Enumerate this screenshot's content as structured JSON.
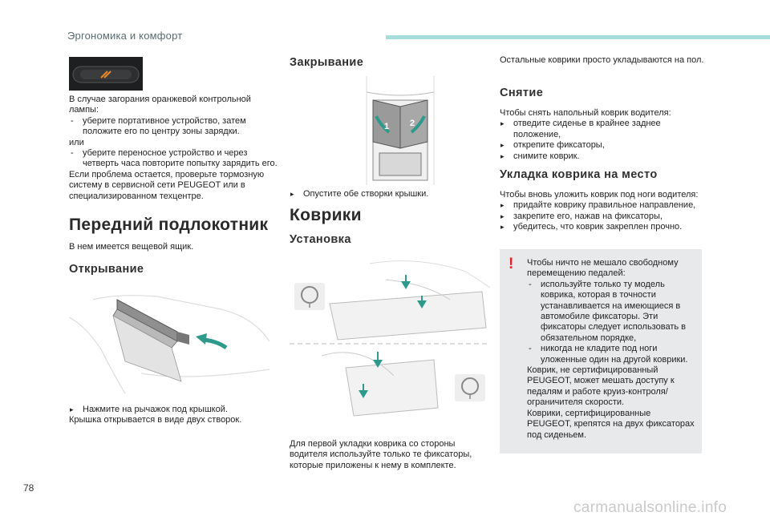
{
  "header": {
    "title": "Эргономика и комфорт"
  },
  "page_number": "78",
  "watermark": "carmanualsonline.info",
  "col1": {
    "lamp_intro": "В случае загорания оранжевой контрольной лампы:",
    "lamp_dash1": "уберите портативное устройство, затем положите его по центру зоны зарядки.",
    "or": "или",
    "lamp_dash2": "уберите переносное устройство и через четверть часа повторите попытку зарядить его.",
    "lamp_outro": "Если проблема остается, проверьте тормозную систему в сервисной сети PEUGEOT или в специализированном техцентре.",
    "armrest_title": "Передний подлокотник",
    "armrest_text": "В нем имеется вещевой ящик.",
    "opening_title": "Открывание",
    "opening_bullet": "Нажмите на рычажок под крышкой.",
    "opening_text": "Крышка открывается в виде двух створок."
  },
  "col2": {
    "closing_title": "Закрывание",
    "closing_bullet": "Опустите обе створки крышки.",
    "mats_title": "Коврики",
    "install_title": "Установка",
    "install_text": "Для первой укладки коврика со стороны водителя используйте только те фиксаторы, которые приложены к нему в комплекте.",
    "closing_markers": [
      "1",
      "2"
    ]
  },
  "col3": {
    "other_mats": "Остальные коврики просто укладываются на пол.",
    "removal_title": "Снятие",
    "removal_intro": "Чтобы снять напольный коврик водителя:",
    "removal_bullets": [
      "отведите сиденье в крайнее заднее положение,",
      "открепите фиксаторы,",
      "снимите коврик."
    ],
    "refit_title": "Укладка коврика на место",
    "refit_intro": "Чтобы вновь уложить коврик под ноги водителя:",
    "refit_bullets": [
      "придайте коврику правильное направление,",
      "закрепите его, нажав на фиксаторы,",
      "убедитесь, что коврик закреплен прочно."
    ]
  },
  "warning": {
    "mark": "!",
    "intro": "Чтобы ничто не мешало свободному перемещению педалей:",
    "dash1": "используйте только ту модель коврика, которая в точности устанавливается на имеющиеся в автомобиле фиксаторы. Эти фиксаторы следует использовать в обязательном порядке,",
    "dash2": "никогда не кладите под ноги уложенные один на другой коврики.",
    "outro1": "Коврик, не сертифицированный PEUGEOT, может мешать доступу к педалям и работе круиз-контроля/ограничителя скорости.",
    "outro2": "Коврики, сертифицированные PEUGEOT, крепятся на двух фиксаторах под сиденьем."
  },
  "colors": {
    "accent_bar": "#a6dcd9",
    "arrow_teal": "#2d9a8c",
    "warning_red": "#e0202c",
    "warning_bg": "#e8e9ea"
  }
}
